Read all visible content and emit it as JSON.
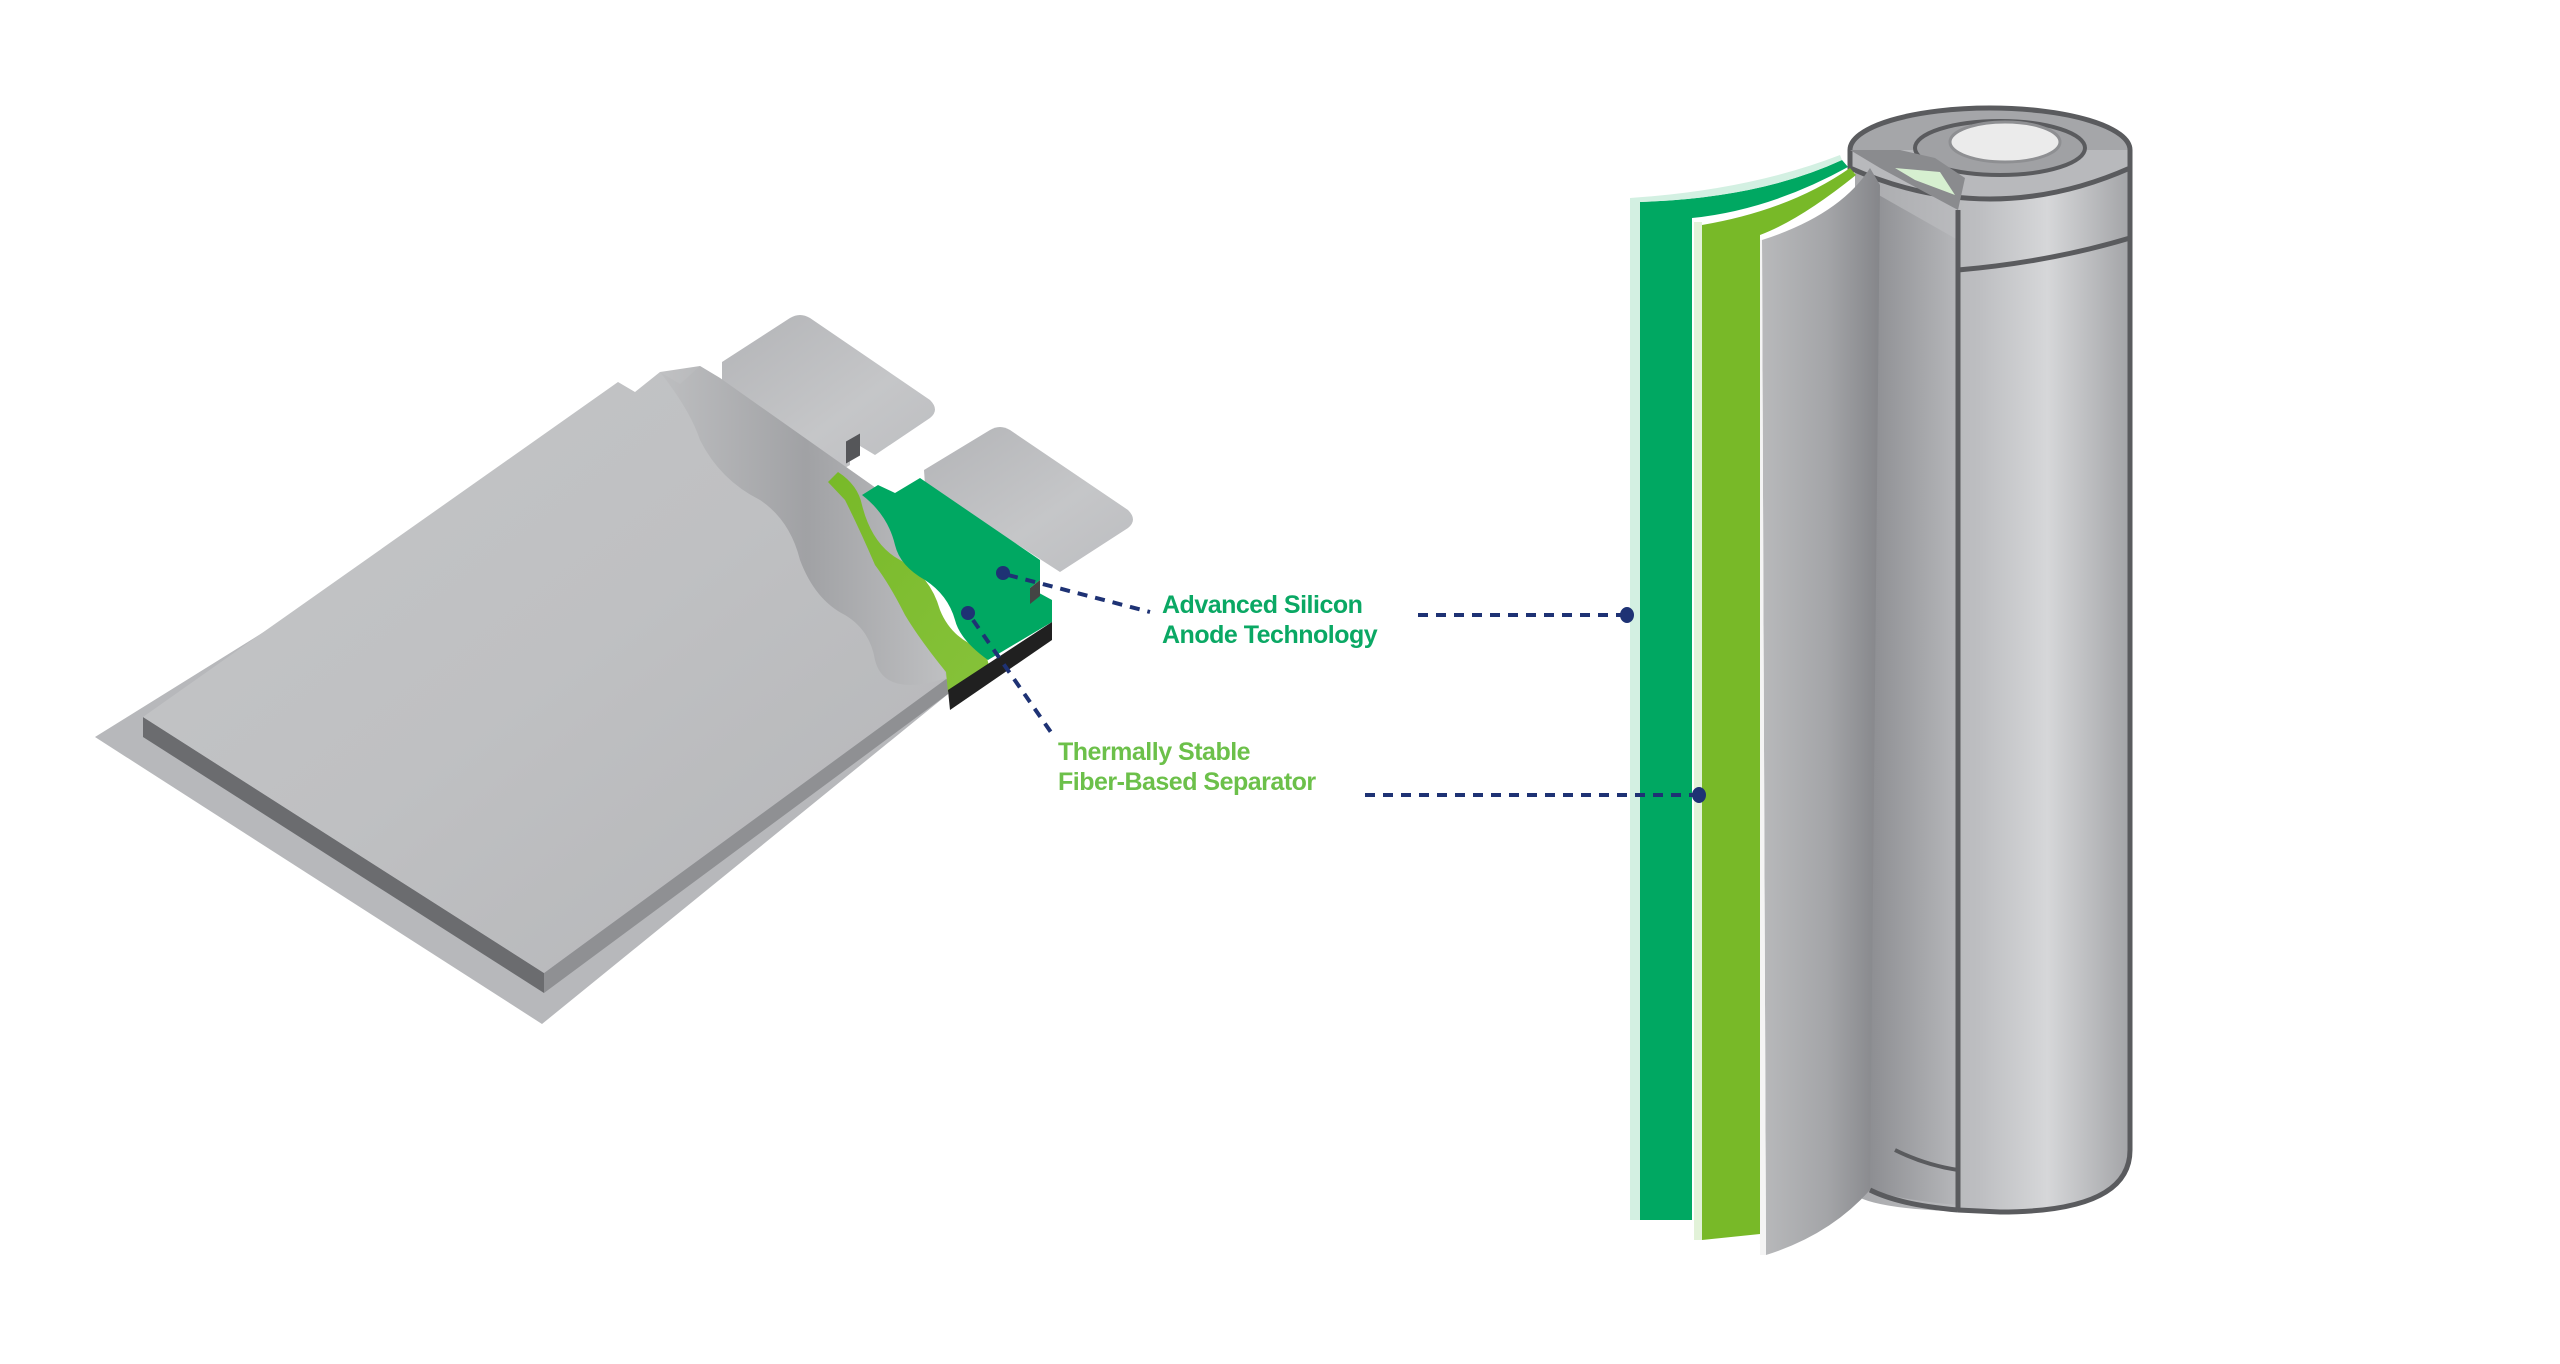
{
  "diagram": {
    "title": "Battery cell cross-section: pouch cell and cylindrical cell",
    "callouts": [
      {
        "id": "anode",
        "lines": [
          "Advanced Silicon",
          "Anode Technology"
        ],
        "color": "#0aa864"
      },
      {
        "id": "separator",
        "lines": [
          "Thermally Stable",
          "Fiber-Based Separator"
        ],
        "color": "#6cc04a"
      }
    ],
    "colors": {
      "leader_line": "#1e3274",
      "anode_layer": "#00a862",
      "separator_layer": "#78b928",
      "casing_light": "#c2c3c5",
      "casing_mid": "#a9aaad",
      "casing_dark": "#6e6f72",
      "outline": "#5a5b5e",
      "cap_face": "#ebebeb",
      "terminal_black": "#202020"
    },
    "objects": [
      "pouch-cell",
      "cylindrical-cell"
    ]
  }
}
